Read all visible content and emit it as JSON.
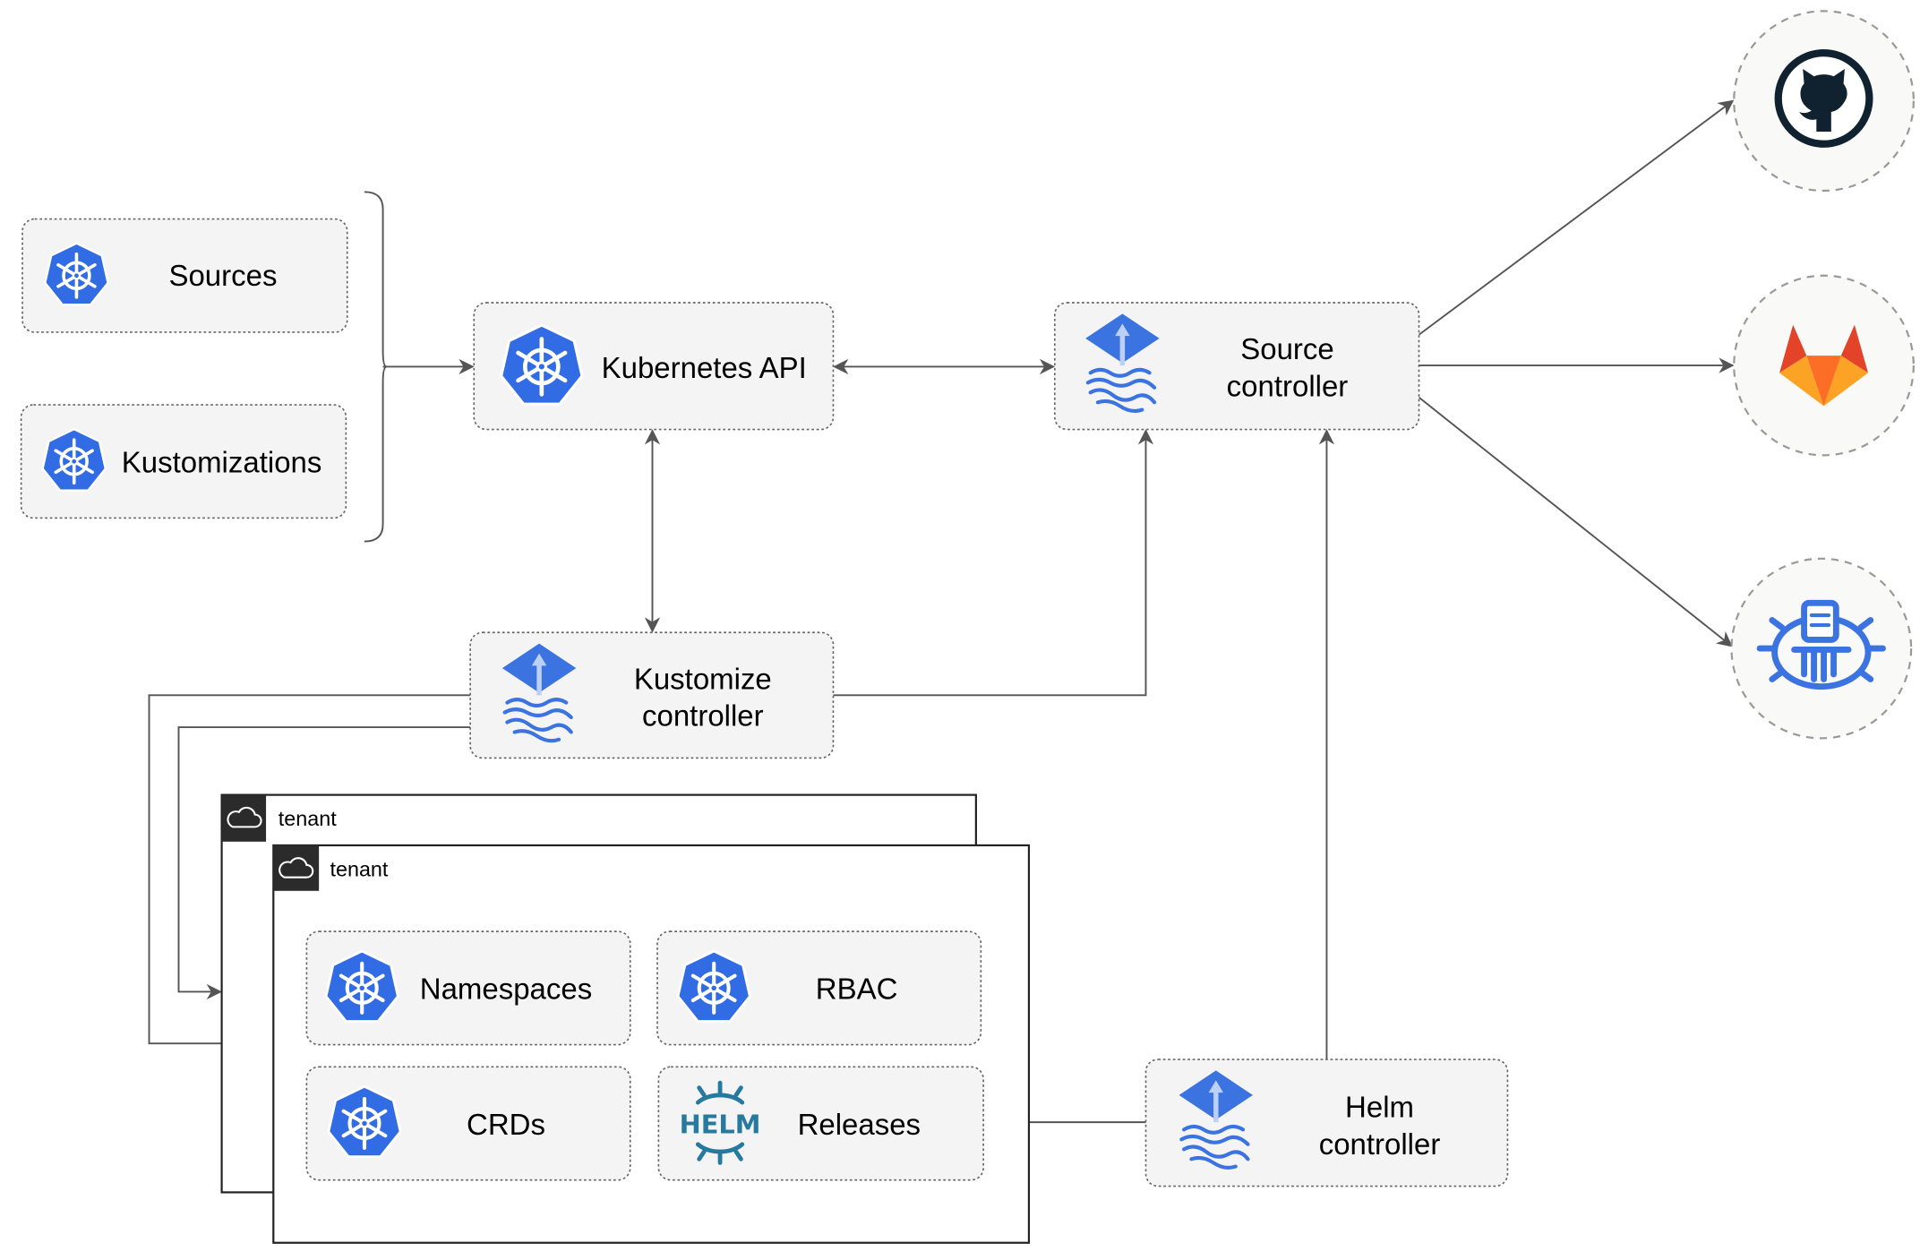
{
  "nodes": {
    "sources": "Sources",
    "kustomizations": "Kustomizations",
    "kubernetes_api": "Kubernetes API",
    "source_controller": [
      "Source",
      "controller"
    ],
    "kustomize_controller": [
      "Kustomize",
      "controller"
    ],
    "helm_controller": [
      "Helm",
      "controller"
    ],
    "namespaces": "Namespaces",
    "rbac": "RBAC",
    "crds": "CRDs",
    "releases": "Releases",
    "helm_logo_text": "HELM"
  },
  "tenants": [
    "tenant",
    "tenant"
  ],
  "external_sources": [
    "github-icon",
    "gitlab-icon",
    "bucket-icon"
  ],
  "colors": {
    "kubernetes_blue": "#326CE5",
    "flux_blue": "#3b73e0",
    "helm_blue": "#277A9F",
    "gitlab_orange": "#E24329",
    "gitlab_light": "#FCA326",
    "github_dark": "#10222f"
  }
}
